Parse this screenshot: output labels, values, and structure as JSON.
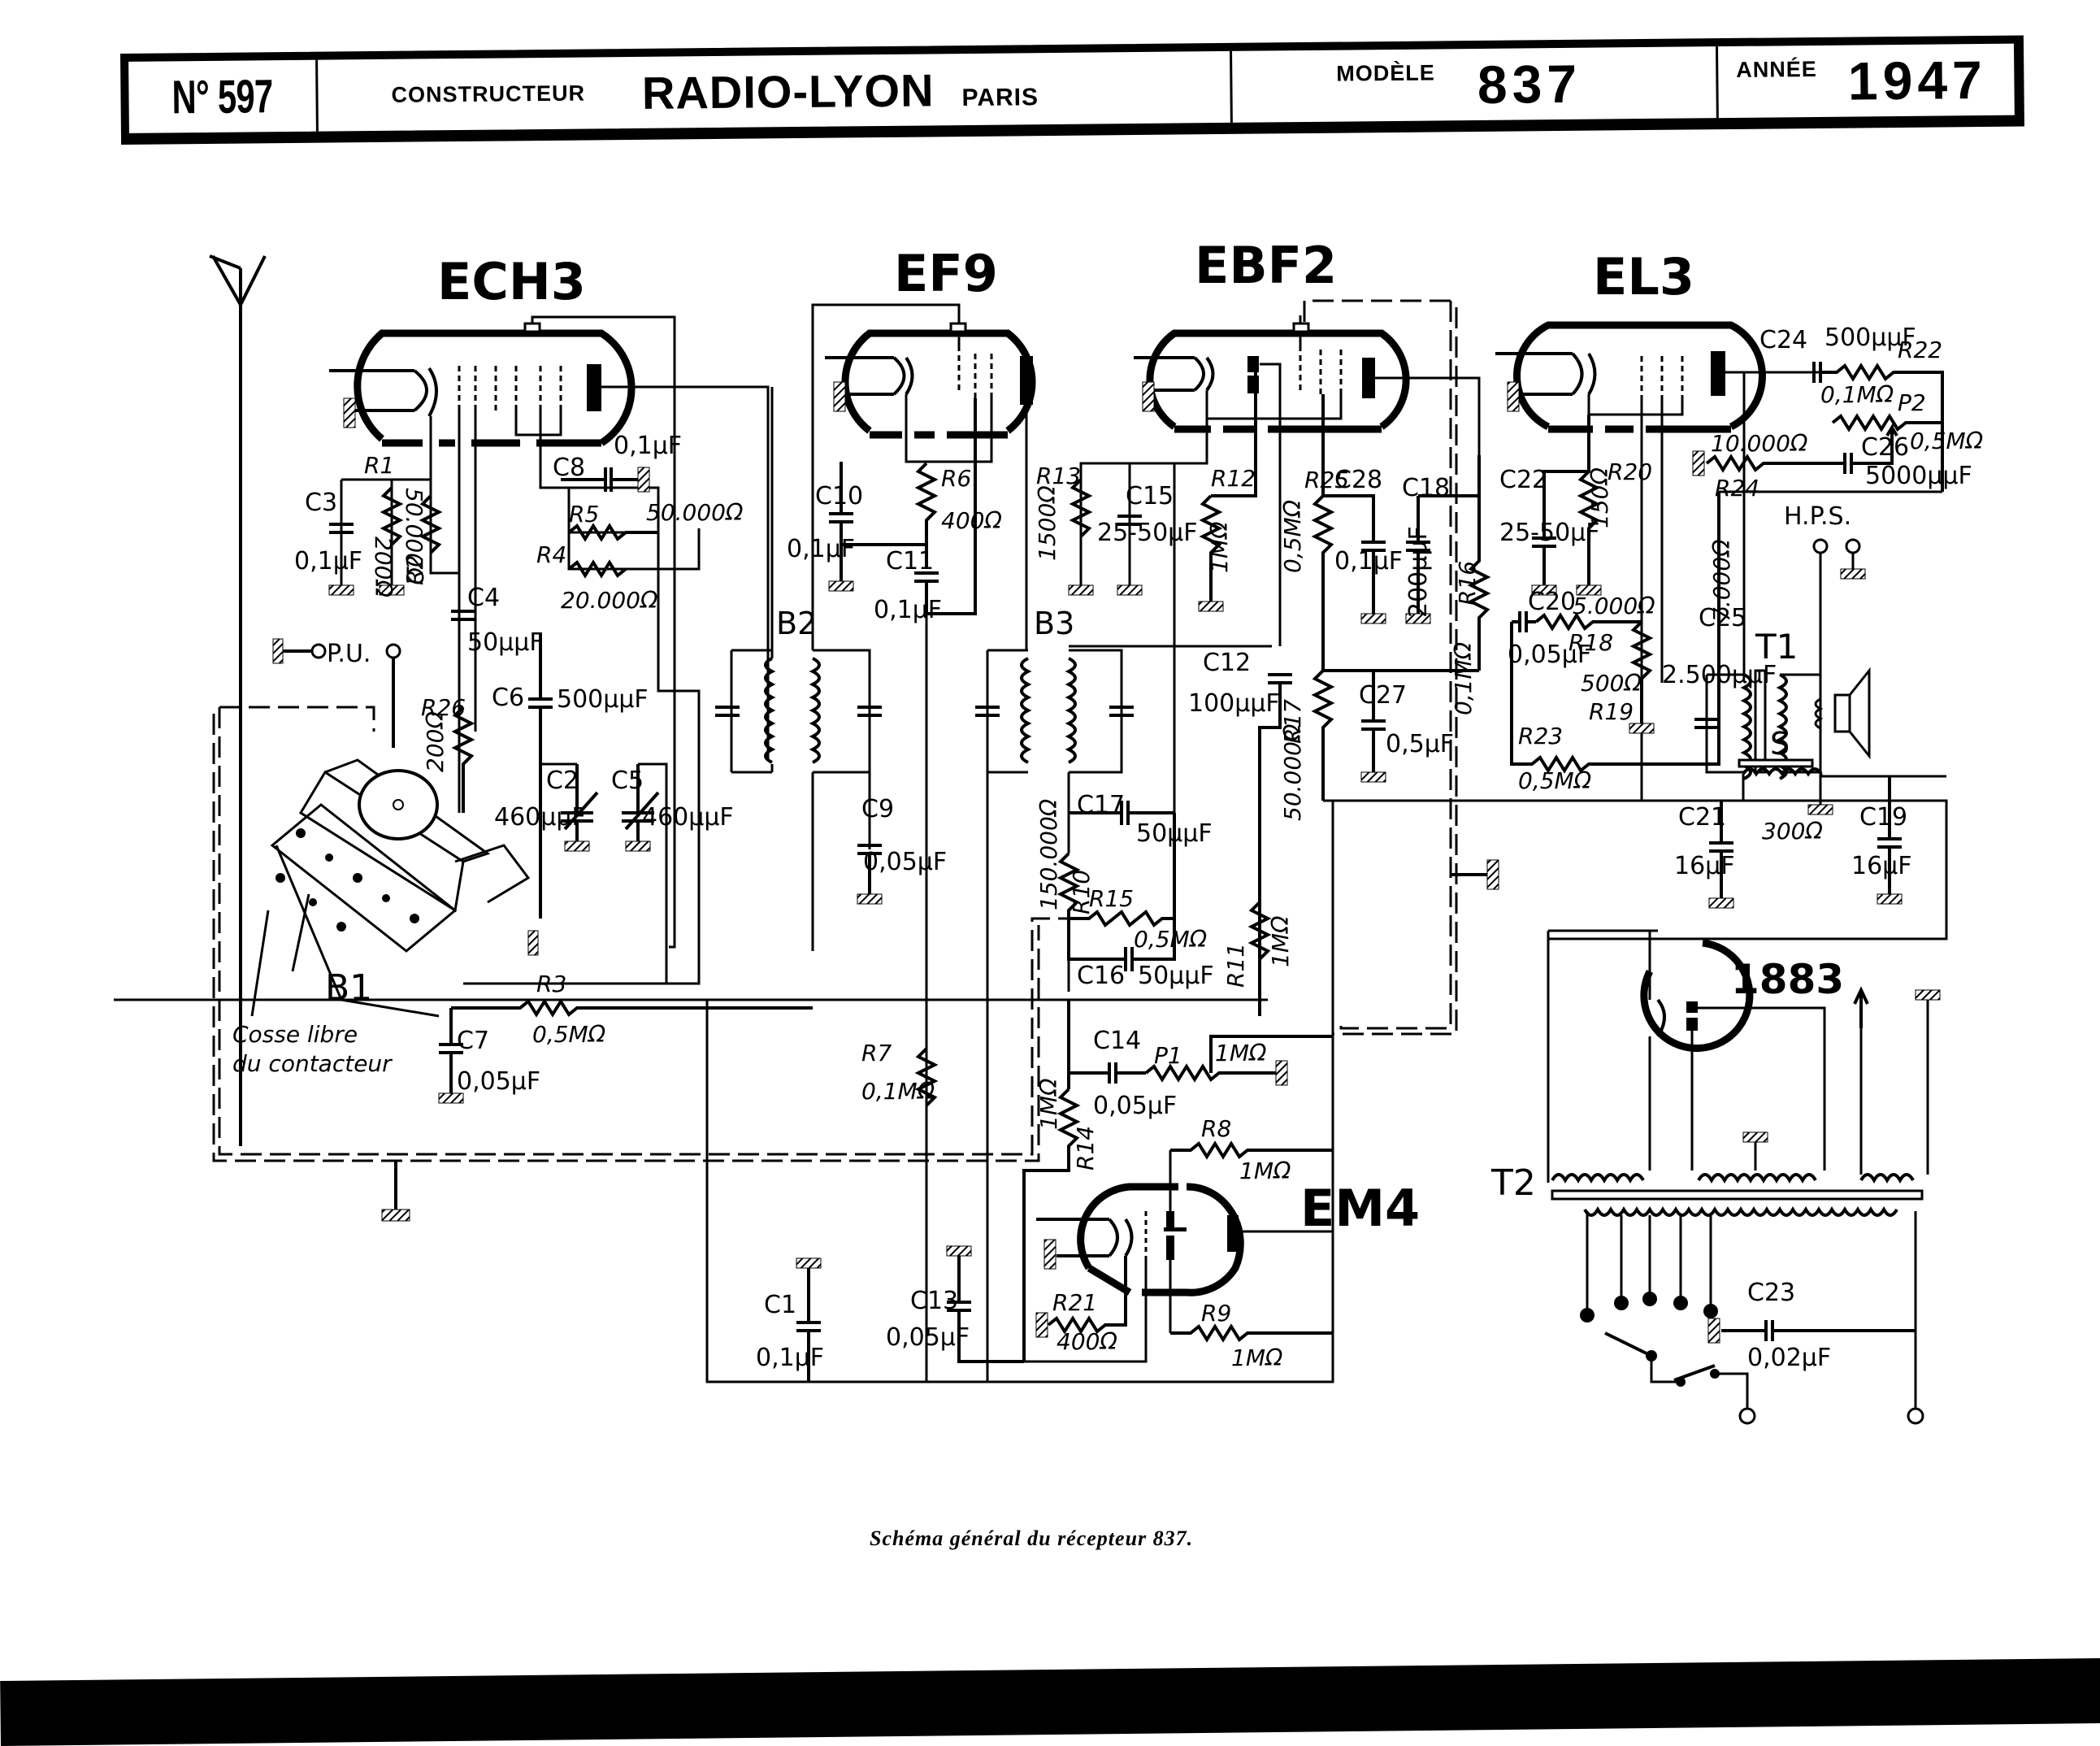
{
  "header": {
    "number_label": "N° 597",
    "constructor_label": "CONSTRUCTEUR",
    "brand": "RADIO-LYON",
    "city": "PARIS",
    "model_label": "MODÈLE",
    "model": "837",
    "year_label": "ANNÉE",
    "year": "1947"
  },
  "tubes": [
    {
      "id": "ech3",
      "label": "ECH3"
    },
    {
      "id": "ef9",
      "label": "EF9"
    },
    {
      "id": "ebf2",
      "label": "EBF2"
    },
    {
      "id": "el3",
      "label": "EL3"
    },
    {
      "id": "em4",
      "label": "EM4"
    },
    {
      "id": "tube1883",
      "label": "1883"
    }
  ],
  "transformers": [
    {
      "id": "b1",
      "label": "B1"
    },
    {
      "id": "b2",
      "label": "B2"
    },
    {
      "id": "b3",
      "label": "B3"
    },
    {
      "id": "t1",
      "label": "T1",
      "value": "7.000Ω"
    },
    {
      "id": "t2",
      "label": "T2"
    },
    {
      "id": "s",
      "label": "S",
      "value": "300Ω"
    }
  ],
  "resistors": [
    {
      "id": "R1",
      "label": "R1",
      "value": "200Ω"
    },
    {
      "id": "R2",
      "label": "R2",
      "value": "50.000Ω"
    },
    {
      "id": "R3",
      "label": "R3",
      "value": "0,5MΩ"
    },
    {
      "id": "R4",
      "label": "R4",
      "value": "20.000Ω"
    },
    {
      "id": "R5",
      "label": "R5",
      "value": "50.000Ω"
    },
    {
      "id": "R6",
      "label": "R6",
      "value": "400Ω"
    },
    {
      "id": "R7",
      "label": "R7",
      "value": "0,1MΩ"
    },
    {
      "id": "R8",
      "label": "R8",
      "value": "1MΩ"
    },
    {
      "id": "R9",
      "label": "R9",
      "value": "1MΩ"
    },
    {
      "id": "R10",
      "label": "R10",
      "value": "150.000Ω"
    },
    {
      "id": "R11",
      "label": "R11",
      "value": "1MΩ"
    },
    {
      "id": "R12",
      "label": "R12",
      "value": "1MΩ"
    },
    {
      "id": "R13",
      "label": "R13",
      "value": "1500Ω"
    },
    {
      "id": "R14",
      "label": "R14",
      "value": "1MΩ"
    },
    {
      "id": "R15",
      "label": "R15",
      "value": "0,5MΩ"
    },
    {
      "id": "R16",
      "label": "R16",
      "value": "0,1MΩ"
    },
    {
      "id": "R17",
      "label": "R17",
      "value": "50.000Ω"
    },
    {
      "id": "R18",
      "label": "R18",
      "value": "5.000Ω"
    },
    {
      "id": "R19",
      "label": "R19",
      "value": "500Ω"
    },
    {
      "id": "R20",
      "label": "R20",
      "value": "150Ω"
    },
    {
      "id": "R21",
      "label": "R21",
      "value": "400Ω"
    },
    {
      "id": "R22",
      "label": "R22",
      "value": "0,1MΩ"
    },
    {
      "id": "R23",
      "label": "R23",
      "value": "0,5MΩ"
    },
    {
      "id": "R24",
      "label": "R24",
      "value": "10.000Ω"
    },
    {
      "id": "R25",
      "label": "R25",
      "value": "0,5MΩ"
    },
    {
      "id": "R26",
      "label": "R26",
      "value": "200Ω"
    },
    {
      "id": "P1",
      "label": "P1",
      "value": "1MΩ"
    },
    {
      "id": "P2",
      "label": "P2",
      "value": "0,5MΩ"
    }
  ],
  "capacitors": [
    {
      "id": "C1",
      "label": "C1",
      "value": "0,1µF"
    },
    {
      "id": "C2",
      "label": "C2",
      "value": "460µµF"
    },
    {
      "id": "C3",
      "label": "C3",
      "value": "0,1µF"
    },
    {
      "id": "C4",
      "label": "C4",
      "value": "50µµF"
    },
    {
      "id": "C5",
      "label": "C5",
      "value": "460µµF"
    },
    {
      "id": "C6",
      "label": "C6",
      "value": "500µµF"
    },
    {
      "id": "C7",
      "label": "C7",
      "value": "0,05µF"
    },
    {
      "id": "C8",
      "label": "C8",
      "value": "0,1µF"
    },
    {
      "id": "C9",
      "label": "C9",
      "value": "0,05µF"
    },
    {
      "id": "C10",
      "label": "C10",
      "value": "0,1µF"
    },
    {
      "id": "C11",
      "label": "C11",
      "value": "0,1µF"
    },
    {
      "id": "C12",
      "label": "C12",
      "value": "100µµF"
    },
    {
      "id": "C13",
      "label": "C13",
      "value": "0,05µF"
    },
    {
      "id": "C14",
      "label": "C14",
      "value": "0,05µF"
    },
    {
      "id": "C15",
      "label": "C15",
      "value": "25-50µF"
    },
    {
      "id": "C16",
      "label": "C16",
      "value": "50µµF"
    },
    {
      "id": "C17",
      "label": "C17",
      "value": "50µµF"
    },
    {
      "id": "C18",
      "label": "C18",
      "value": "200µµF"
    },
    {
      "id": "C19",
      "label": "C19",
      "value": "16µF"
    },
    {
      "id": "C20",
      "label": "C20",
      "value": "0,05µF"
    },
    {
      "id": "C21",
      "label": "C21",
      "value": "16µF"
    },
    {
      "id": "C22",
      "label": "C22",
      "value": "25-50µF"
    },
    {
      "id": "C23",
      "label": "C23",
      "value": "0,02µF"
    },
    {
      "id": "C24",
      "label": "C24",
      "value": "500µµF"
    },
    {
      "id": "C25",
      "label": "C25",
      "value": "2.500µµF"
    },
    {
      "id": "C26",
      "label": "C26",
      "value": "5000µµF"
    },
    {
      "id": "C27",
      "label": "C27",
      "value": "0,5µF"
    },
    {
      "id": "C28",
      "label": "C28",
      "value": "0,1µF"
    }
  ],
  "connectors": {
    "pickup": "P.U.",
    "speaker": "H.P.S."
  },
  "notes": {
    "contactor_note_line1": "Cosse libre",
    "contactor_note_line2": "du contacteur"
  },
  "caption": "Schéma général du récepteur 837."
}
